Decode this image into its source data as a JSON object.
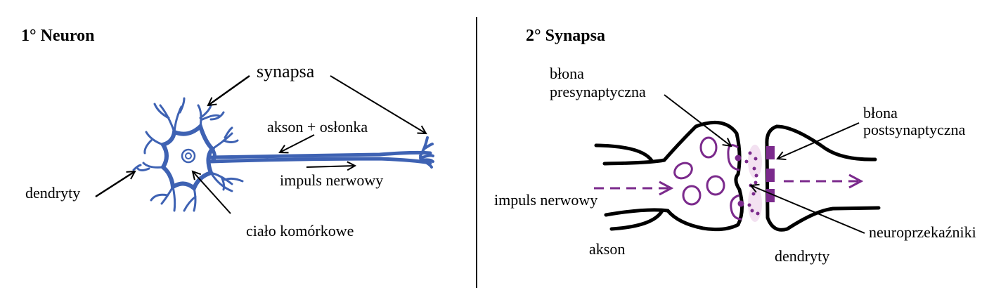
{
  "panels": [
    {
      "title": "1° Neuron",
      "labels": {
        "synapse": "synapsa",
        "axon": "akson + osłonka",
        "impulse": "impuls nerwowy",
        "dendrites": "dendryty",
        "cell_body": "ciało komórkowe"
      }
    },
    {
      "title": "2° Synapsa",
      "labels": {
        "presynaptic_line1": "błona",
        "presynaptic_line2": "presynaptyczna",
        "postsynaptic_line1": "błona",
        "postsynaptic_line2": "postsynaptyczna",
        "impulse": "impuls nerwowy",
        "neurotransmitters": "neuroprzekaźniki",
        "axon": "akson",
        "dendrites": "dendryty"
      }
    }
  ],
  "colors": {
    "neuron": "#3e62b3",
    "synapse_accent": "#7b2a8c",
    "vesicle_halo": "#f1dcef"
  }
}
